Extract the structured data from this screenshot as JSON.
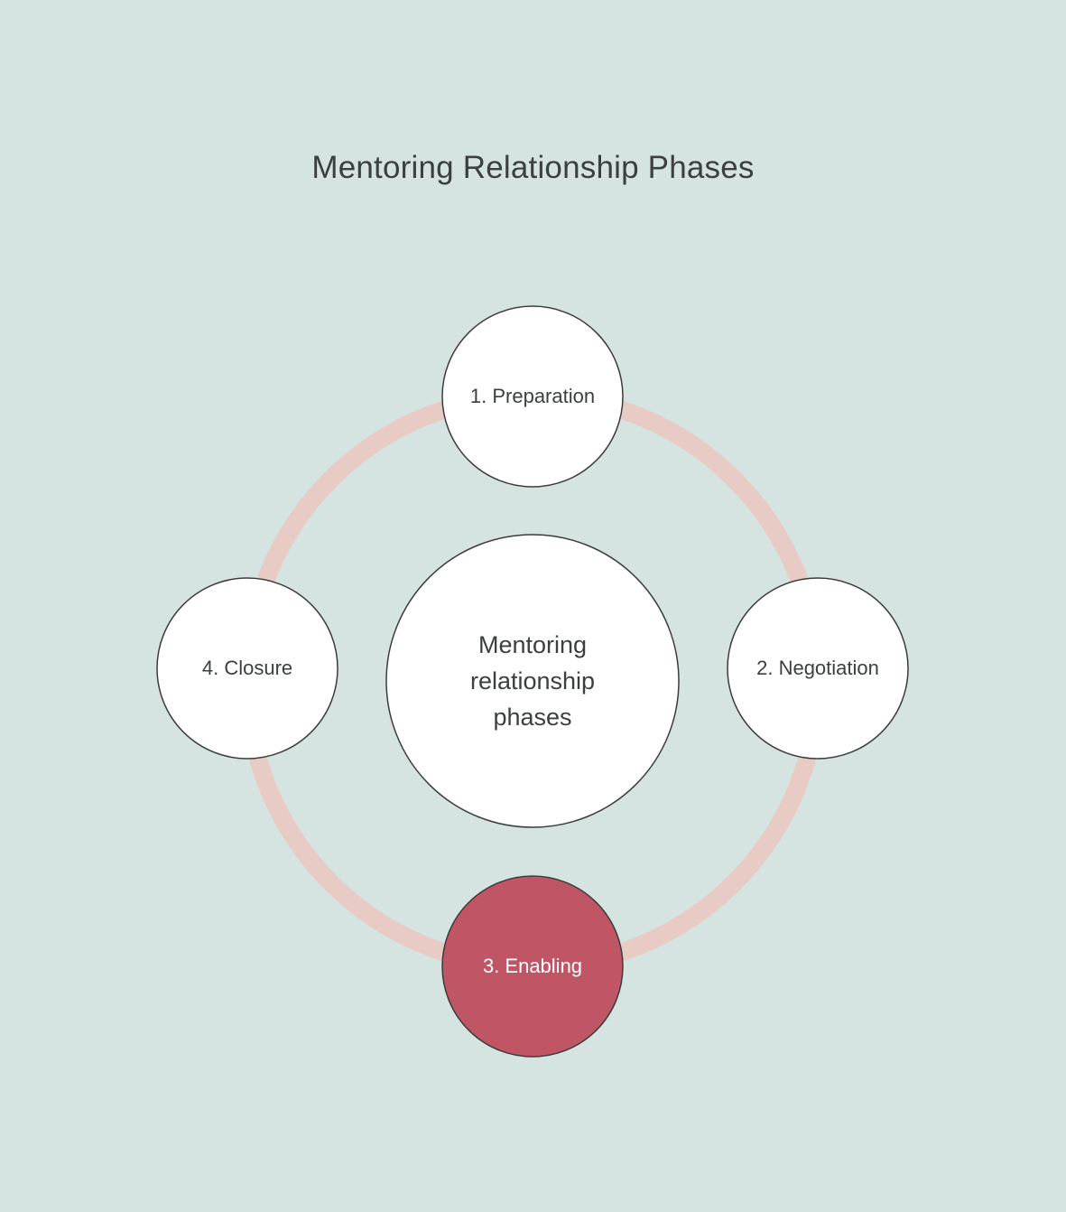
{
  "title": "Mentoring Relationship Phases",
  "colors": {
    "background": "#d5e4e1",
    "ring": "#e8cbc4",
    "node_fill": "#ffffff",
    "node_stroke": "#3c3c3c",
    "active_fill": "#c05565",
    "text": "#3c3f3f",
    "active_text": "#ffffff"
  },
  "center": {
    "label": "Mentoring relationship phases"
  },
  "phases": [
    {
      "label": "1. Preparation",
      "position": "top",
      "active": false
    },
    {
      "label": "2. Negotiation",
      "position": "right",
      "active": false
    },
    {
      "label": "3. Enabling",
      "position": "bottom",
      "active": true
    },
    {
      "label": "4. Closure",
      "position": "left",
      "active": false
    }
  ]
}
